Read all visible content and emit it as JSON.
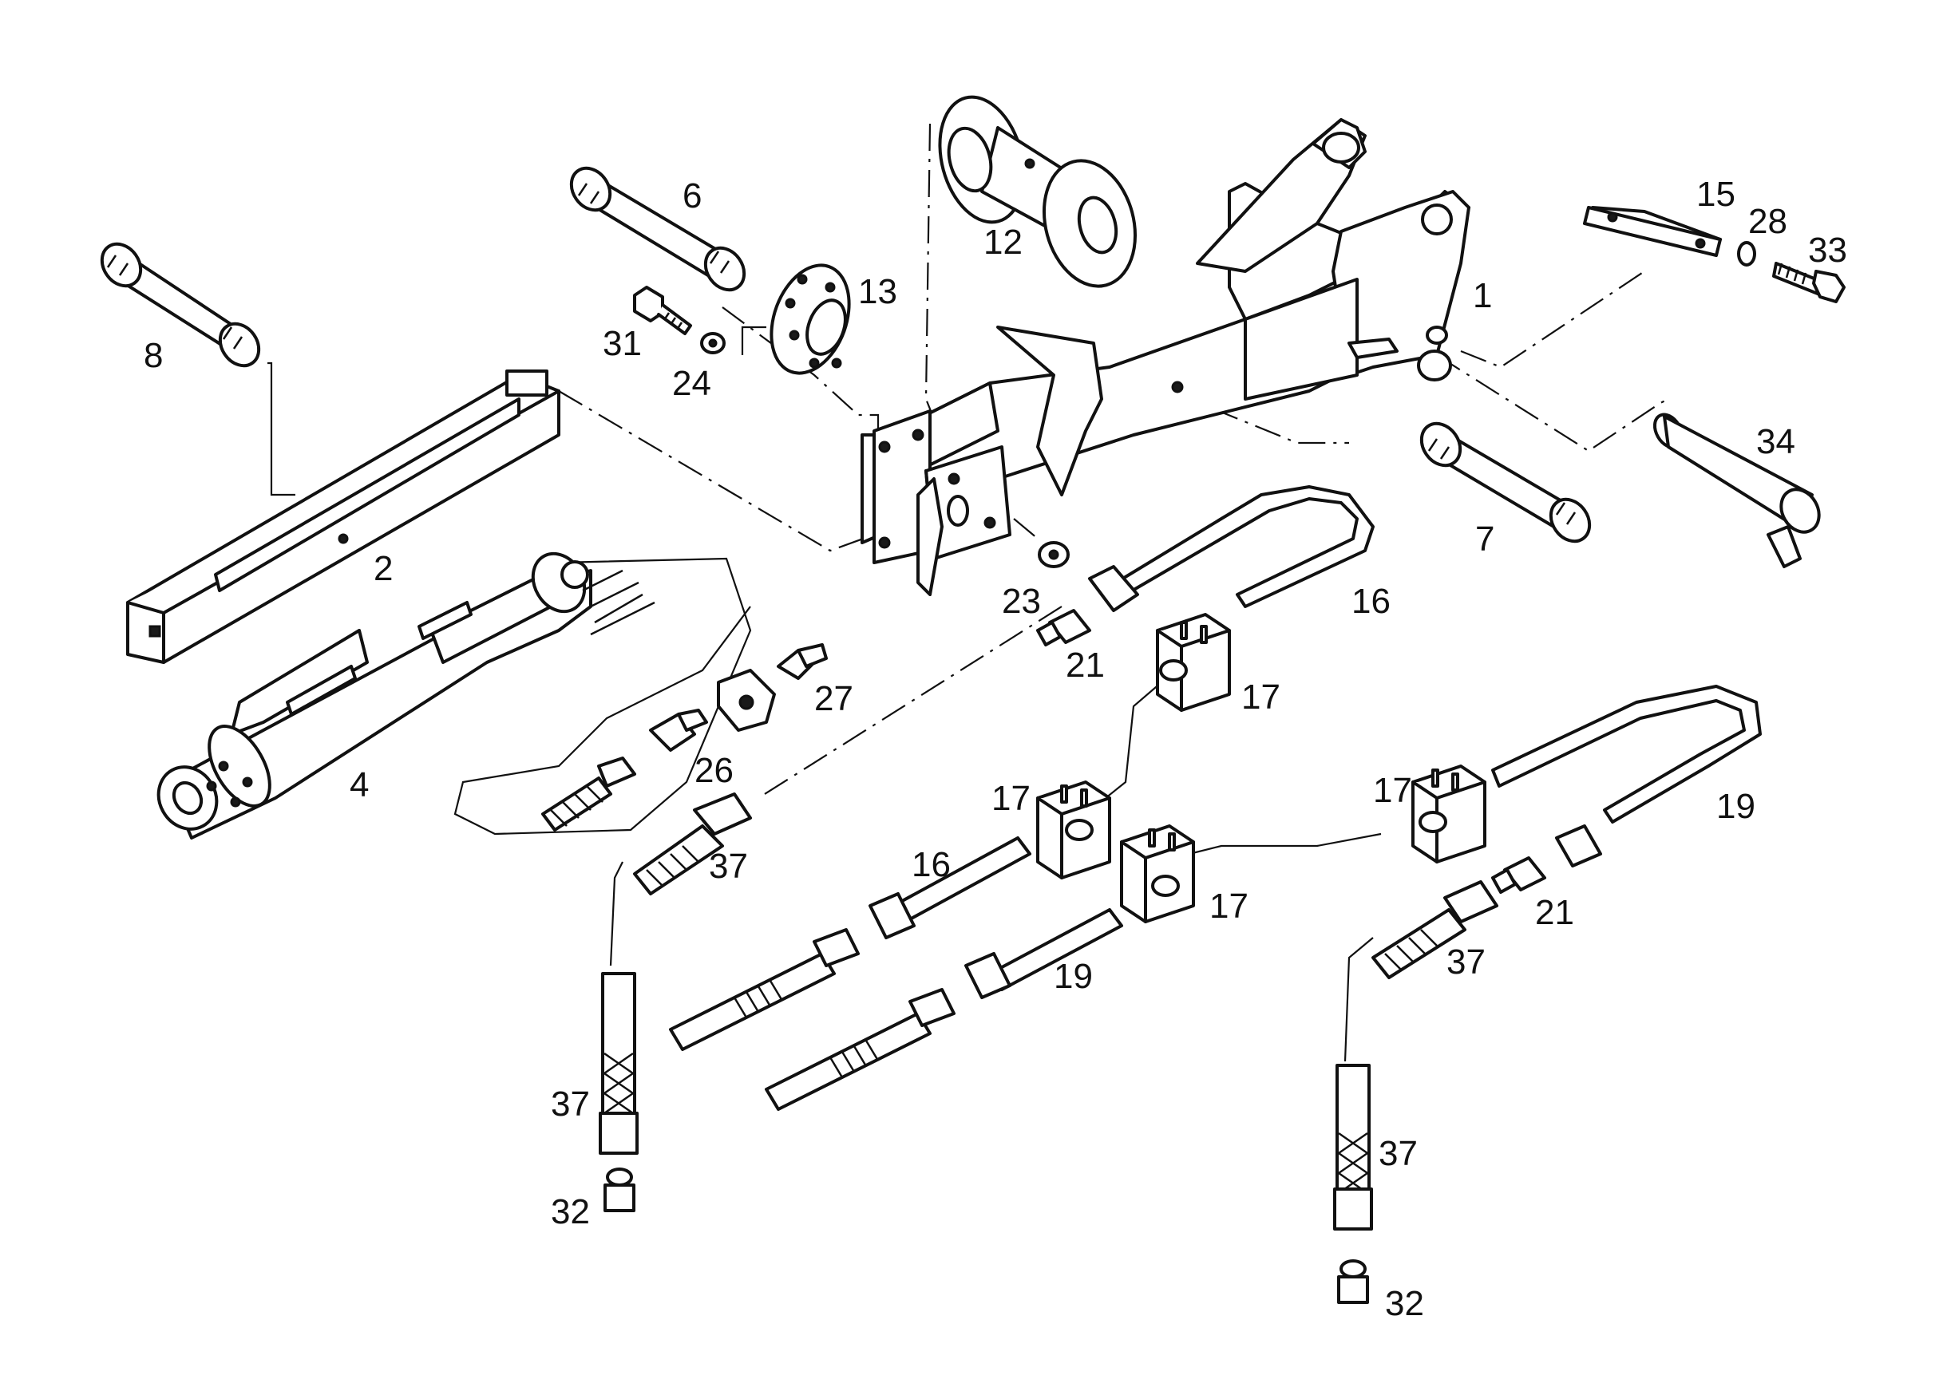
{
  "diagram": {
    "callouts": [
      {
        "id": "c1",
        "label": "1"
      },
      {
        "id": "c2",
        "label": "2"
      },
      {
        "id": "c4",
        "label": "4"
      },
      {
        "id": "c6",
        "label": "6"
      },
      {
        "id": "c7",
        "label": "7"
      },
      {
        "id": "c8",
        "label": "8"
      },
      {
        "id": "c12",
        "label": "12"
      },
      {
        "id": "c13",
        "label": "13"
      },
      {
        "id": "c15",
        "label": "15"
      },
      {
        "id": "c16a",
        "label": "16"
      },
      {
        "id": "c16b",
        "label": "16"
      },
      {
        "id": "c17a",
        "label": "17"
      },
      {
        "id": "c17b",
        "label": "17"
      },
      {
        "id": "c17c",
        "label": "17"
      },
      {
        "id": "c17d",
        "label": "17"
      },
      {
        "id": "c19a",
        "label": "19"
      },
      {
        "id": "c19b",
        "label": "19"
      },
      {
        "id": "c21a",
        "label": "21"
      },
      {
        "id": "c21b",
        "label": "21"
      },
      {
        "id": "c23",
        "label": "23"
      },
      {
        "id": "c24",
        "label": "24"
      },
      {
        "id": "c26",
        "label": "26"
      },
      {
        "id": "c27",
        "label": "27"
      },
      {
        "id": "c28",
        "label": "28"
      },
      {
        "id": "c31",
        "label": "31"
      },
      {
        "id": "c32a",
        "label": "32"
      },
      {
        "id": "c32b",
        "label": "32"
      },
      {
        "id": "c33",
        "label": "33"
      },
      {
        "id": "c34",
        "label": "34"
      },
      {
        "id": "c37a",
        "label": "37"
      },
      {
        "id": "c37b",
        "label": "37"
      },
      {
        "id": "c37c",
        "label": "37"
      },
      {
        "id": "c37d",
        "label": "37"
      }
    ]
  }
}
